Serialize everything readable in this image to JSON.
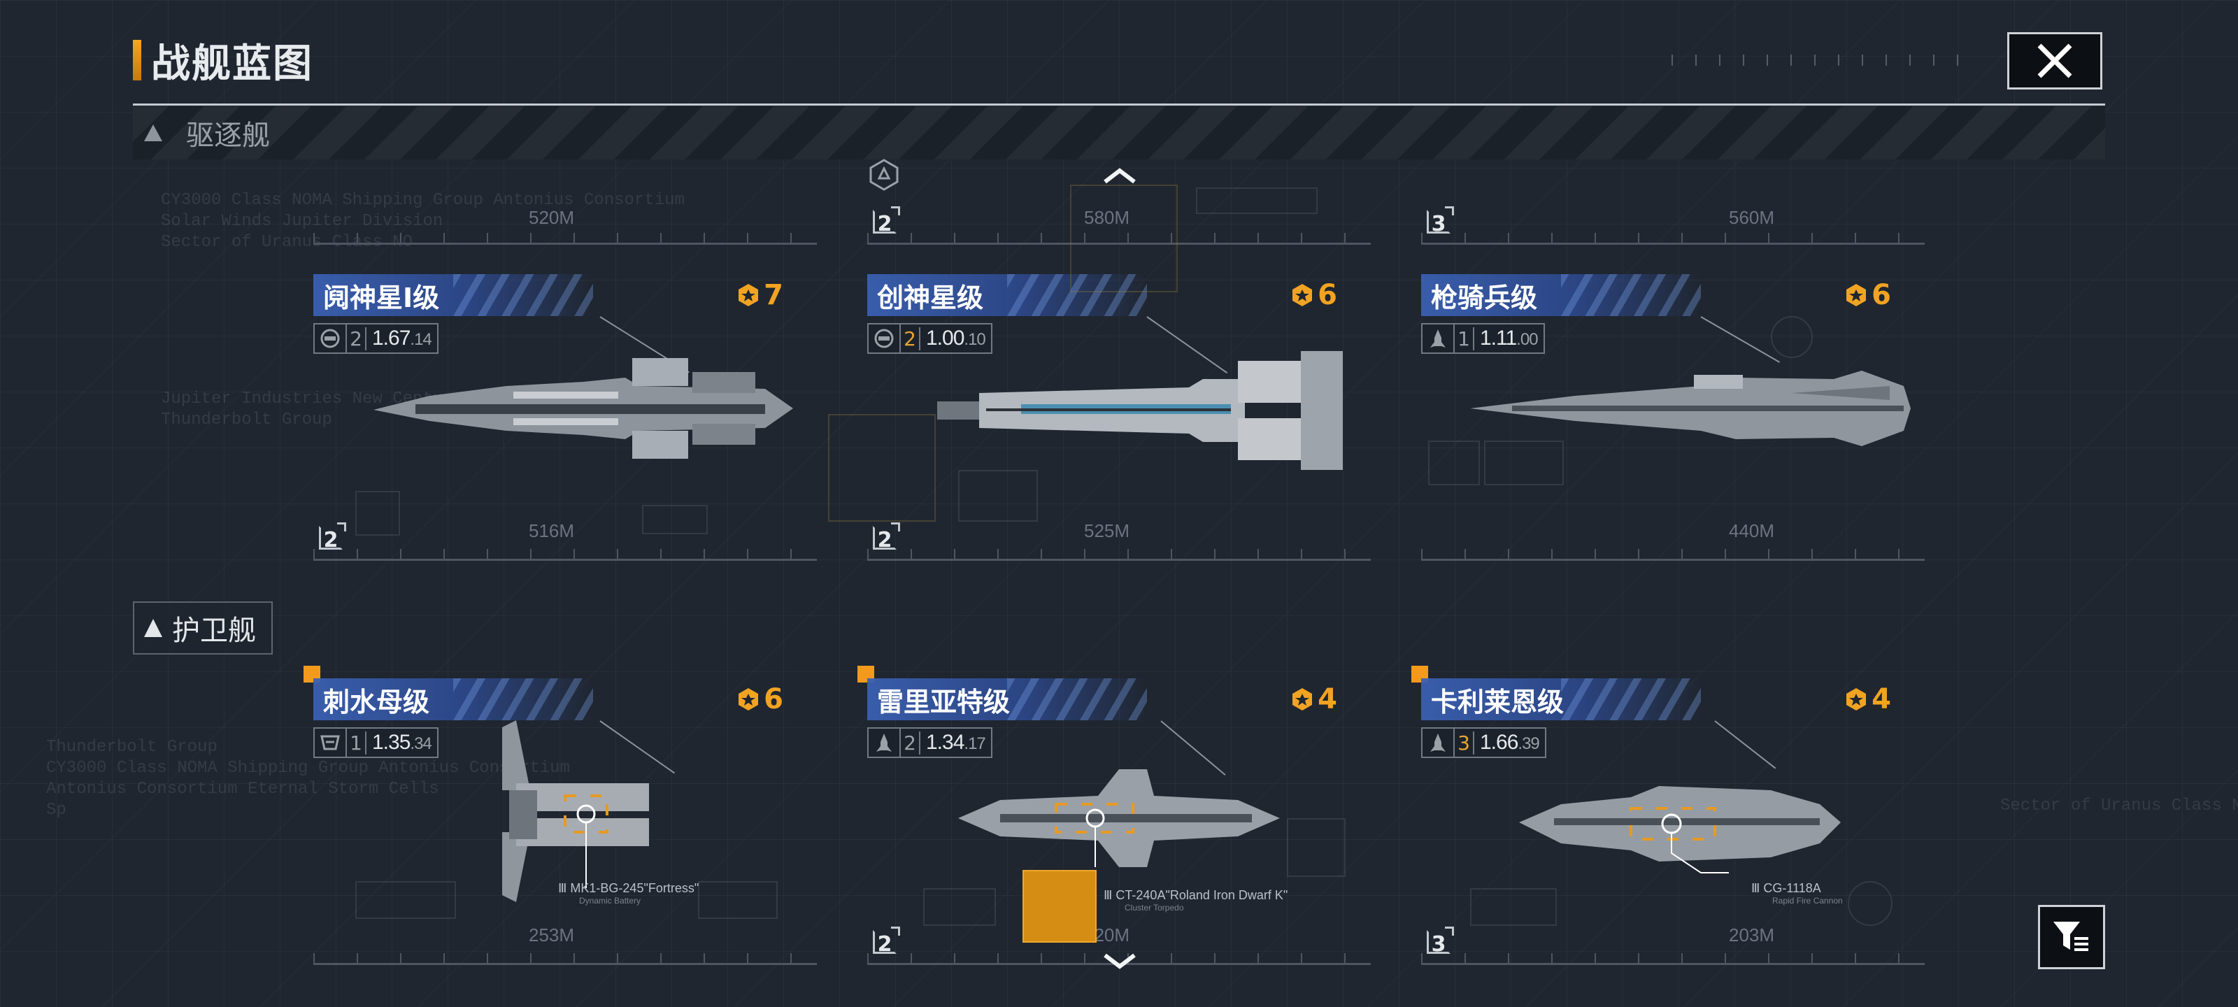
{
  "page": {
    "title": "战舰蓝图"
  },
  "colors": {
    "accent": "#f39a1d",
    "name_bar": "#3a60b2",
    "rating": "#f2a322"
  },
  "background_text": {
    "block1": [
      "CY3000 Class NOMA Shipping Group Antonius Consortium",
      "Solar Winds Jupiter Division",
      "Sector of Uranus Class NO"
    ],
    "block2": [
      "Jupiter Industries New Century",
      "Thunderbolt Group"
    ],
    "block3": [
      "Thunderbolt Group",
      "CY3000 Class NOMA Shipping Group Antonius Consortium",
      "Antonius Consortium Eternal Storm Cells",
      "Sp"
    ],
    "block4": [
      "Sector of Uranus Class NOMA Shipping"
    ]
  },
  "sections": {
    "destroyer": {
      "label": "驱逐舰"
    },
    "frigate": {
      "label": "护卫舰"
    }
  },
  "partial_row": [
    {
      "size": "520M",
      "count": ""
    },
    {
      "size": "580M",
      "count": "2"
    },
    {
      "size": "560M",
      "count": "3"
    }
  ],
  "destroyers": [
    {
      "name": "阋神星I级",
      "rating": "7",
      "icon": "hull-icon",
      "level": "2",
      "value_main": "1.67",
      "value_sub": "14",
      "count": "2",
      "size": "516M"
    },
    {
      "name": "创神星级",
      "rating": "6",
      "icon": "hull-icon",
      "level": "2",
      "value_main": "1.00",
      "value_sub": "10",
      "count": "2",
      "size": "525M"
    },
    {
      "name": "枪骑兵级",
      "rating": "6",
      "icon": "rocket-icon",
      "level": "1",
      "value_main": "1.11",
      "value_sub": "00",
      "count": "",
      "size": "440M"
    }
  ],
  "frigates": [
    {
      "name": "刺水母级",
      "rating": "6",
      "icon": "shield-icon",
      "level": "1",
      "value_main": "1.35",
      "value_sub": "34",
      "count": "",
      "size": "253M",
      "weapon": "Ⅲ MK1-BG-245\"Fortress\"",
      "weapon_sub": "Dynamic Battery"
    },
    {
      "name": "雷里亚特级",
      "rating": "4",
      "icon": "rocket-icon",
      "level": "2",
      "value_main": "1.34",
      "value_sub": "17",
      "count": "2",
      "size": "220M",
      "weapon": "Ⅲ CT-240A\"Roland Iron Dwarf K\"",
      "weapon_sub": "Cluster Torpedo"
    },
    {
      "name": "卡利莱恩级",
      "rating": "4",
      "icon": "rocket-icon",
      "level": "3",
      "value_main": "1.66",
      "value_sub": "39",
      "count": "3",
      "size": "203M",
      "weapon": "Ⅲ CG-1118A",
      "weapon_sub": "Rapid Fire Cannon"
    }
  ]
}
